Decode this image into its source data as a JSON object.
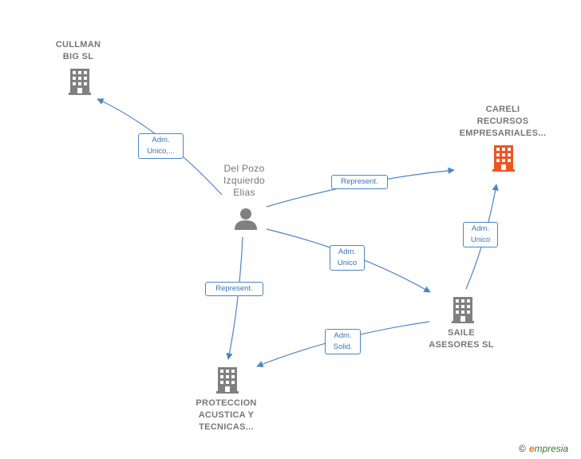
{
  "nodes": {
    "cullman": {
      "label": "CULLMAN\nBIG SL",
      "icon": "building-icon",
      "color": "#808080"
    },
    "careli": {
      "label": "CARELI\nRECURSOS\nEMPRESARIALES...",
      "icon": "building-icon",
      "color": "#ee5522"
    },
    "person": {
      "label": "Del Pozo\nIzquierdo\nElias",
      "icon": "person-icon",
      "color": "#808080"
    },
    "saile": {
      "label": "SAILE\nASESORES SL",
      "icon": "building-icon",
      "color": "#808080"
    },
    "proteccion": {
      "label": "PROTECCION\nACUSTICA Y\nTECNICAS...",
      "icon": "building-icon",
      "color": "#808080"
    }
  },
  "edges": {
    "person_cullman": "Adm.\nUnico,...",
    "person_careli": "Represent.",
    "person_saile": "Adm.\nUnico",
    "saile_careli": "Adm.\nUnico",
    "person_proteccion": "Represent.",
    "saile_proteccion": "Adm.\nSolid."
  },
  "colors": {
    "edge": "#4a86c8"
  },
  "footer": {
    "copyright": "©",
    "brand_e": "e",
    "brand_rest": "mpresia"
  }
}
